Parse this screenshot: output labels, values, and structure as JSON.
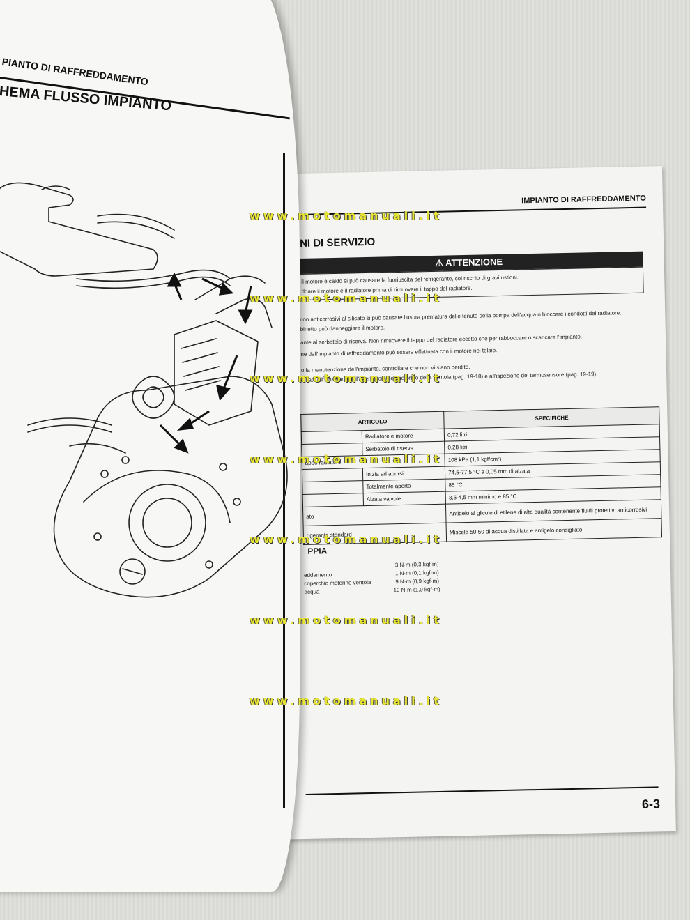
{
  "watermark": "www.motomanuali.it",
  "left_page": {
    "section_header": "PIANTO DI RAFFREDDAMENTO",
    "title": "HEMA FLUSSO IMPIANTO"
  },
  "right_page": {
    "section_header": "IMPIANTO DI RAFFREDDAMENTO",
    "title": "NI DI SERVIZIO",
    "warning_label": "ATTENZIONE",
    "warning_lines": [
      "il motore è caldo si può causare la fuoriuscita del refrigerante, col rischio di gravi ustioni.",
      "ddare il motore e il radiatore prima di rimuovere il tappo del radiatore."
    ],
    "notice_lines": [
      "con anticorrosivi al silicato si può causare l'usura prematura delle tenute della pompa dell'acqua o bloccare i condotti del radiatore.",
      "binetto può danneggiare il motore.",
      "ante al serbatoio di riserva. Non rimuovere il tappo del radiatore eccetto che per rabboccare o scaricare l'impianto.",
      "ne dell'impianto di raffreddamento può essere effettuata con il motore nel telaio.",
      "o la manutenzione dell'impianto, controllare che non vi siano perdite.",
      "dicate all'ispezione dell'interruttore del motorino della ventola (pag. 19-18) e all'ispezione del termosensore (pag. 19-19)."
    ],
    "table": {
      "header_article": "ARTICOLO",
      "header_spec": "SPECIFICHE",
      "rows": [
        {
          "a": "",
          "b": "Radiatore e motore",
          "c": "0,72 litri"
        },
        {
          "a": "",
          "b": "Serbatoio di riserva",
          "c": "0,28 litri"
        },
        {
          "a": "appo radiatore",
          "b": "",
          "c": "108 kPa (1,1 kgf/cm²)"
        },
        {
          "a": "",
          "b": "Inizia ad aprirsi",
          "c": "74,5-77,5 °C a 0,05 mm di alzata"
        },
        {
          "a": "",
          "b": "Totalmente aperto",
          "c": "85 °C"
        },
        {
          "a": "",
          "b": "Alzata valvole",
          "c": "3,5-4,5 mm minimo e 85 °C"
        },
        {
          "a": "ato",
          "b": "",
          "c": "Antigelo al glicole di etilene di alta qualità contenente fluidi protettivi anticorrosivi"
        },
        {
          "a": "rigerante standard",
          "b": "",
          "c": "Miscela 50-50 di acqua distillata e antigelo consigliato"
        }
      ]
    },
    "torque_title": "PPIA",
    "torque_rows": [
      {
        "label": "",
        "value": "3 N·m (0,3 kgf·m)"
      },
      {
        "label": "eddamento",
        "value": "1 N·m (0,1 kgf·m)"
      },
      {
        "label": "coperchio motorino ventola",
        "value": "9 N·m (0,9 kgf·m)"
      },
      {
        "label": "acqua",
        "value": "10 N·m (1,0 kgf·m)"
      }
    ],
    "page_number": "6-3"
  },
  "icons": [
    "warning-triangle-icon"
  ]
}
